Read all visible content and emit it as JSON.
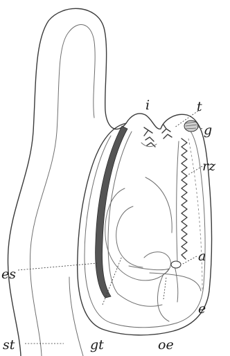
{
  "figure": {
    "labels": {
      "i": "i",
      "t": "t",
      "g": "g",
      "rz": "rz",
      "a": "a",
      "e": "e",
      "oe": "oe",
      "gt": "gt",
      "es": "es",
      "st": "st"
    },
    "colors": {
      "ink": "#3a3a3a",
      "stomach_wall": "#555555",
      "background": "#ffffff"
    }
  }
}
